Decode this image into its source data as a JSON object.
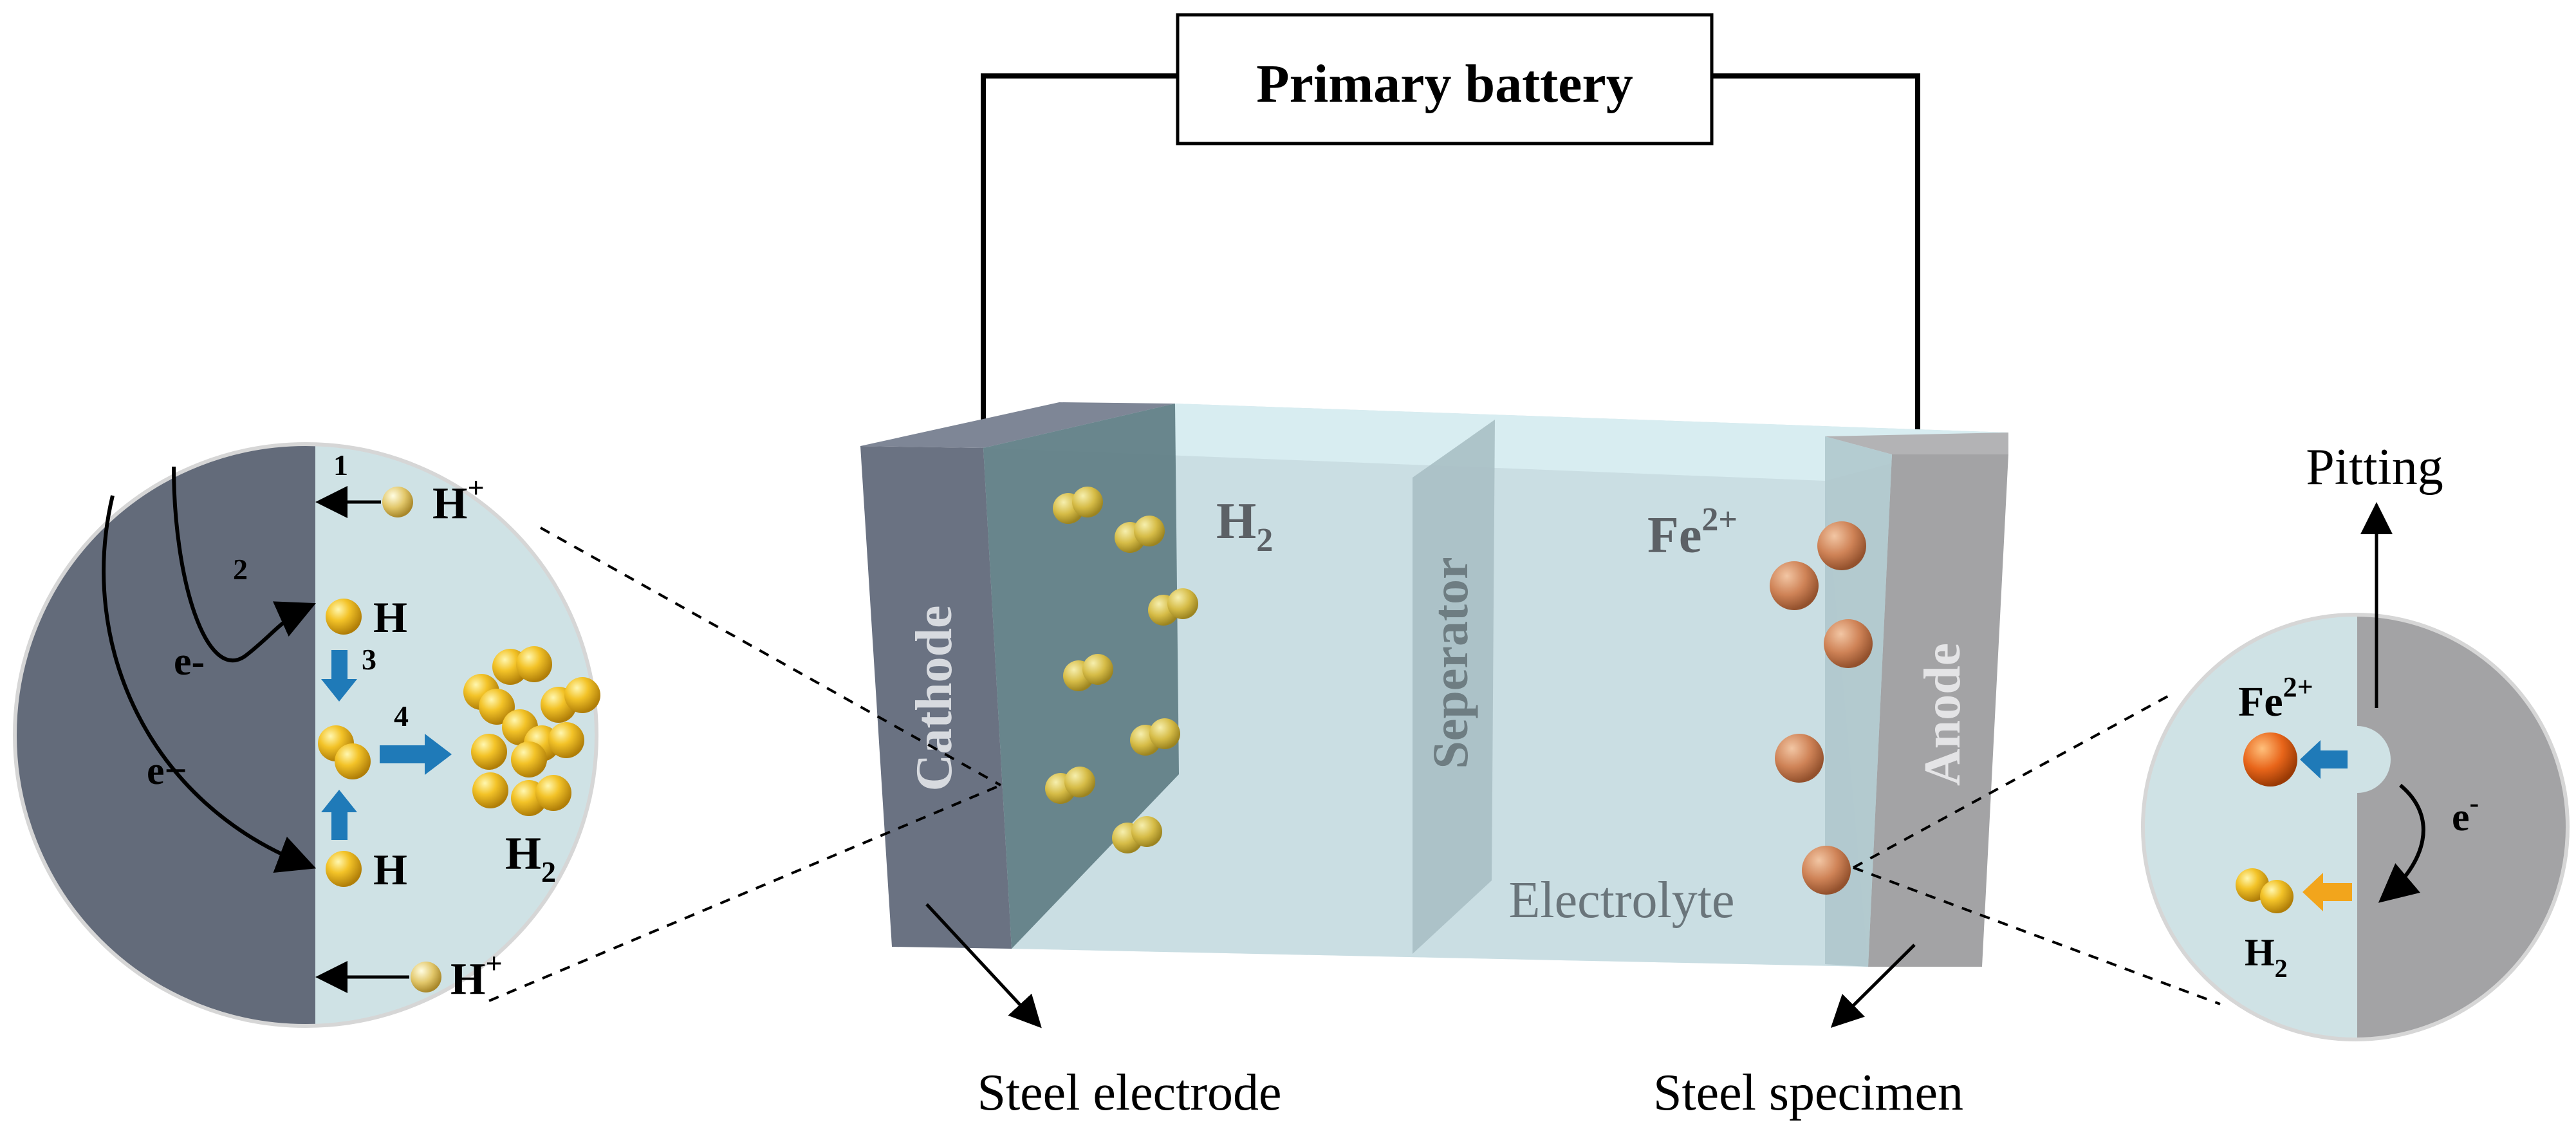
{
  "battery": {
    "label": "Primary battery"
  },
  "cell": {
    "cathode_label": "Cathode",
    "separator_label": "Seperator",
    "anode_label": "Anode",
    "electrolyte_label": "Electrolyte",
    "h2_base": "H",
    "h2_sub": "2",
    "fe_base": "Fe",
    "fe_sup": "2+"
  },
  "callouts": {
    "steel_electrode": "Steel electrode",
    "steel_specimen": "Steel specimen"
  },
  "left_zoom": {
    "step_1": "1",
    "step_2": "2",
    "step_3": "3",
    "step_4": "4",
    "hplus_base": "H",
    "hplus_sup": "+",
    "h_atom": "H",
    "h2_base": "H",
    "h2_sub": "2",
    "electron": "e−",
    "electron_short": "e-"
  },
  "right_zoom": {
    "pitting": "Pitting",
    "fe_base": "Fe",
    "fe_sup": "2+",
    "electron_base": "e",
    "electron_sup": "-",
    "h2_base": "H",
    "h2_sub": "2"
  },
  "colors": {
    "dark_metal": "#636b7a",
    "anode_metal": "#a3a3a5",
    "electrolyte": "#cce0e4",
    "electrolyte_top": "#d8eef2",
    "hydrogen": "#e0b228",
    "iron": "#c8703e",
    "arrow_blue": "#1f7ab8",
    "arrow_orange": "#f2a51c"
  }
}
